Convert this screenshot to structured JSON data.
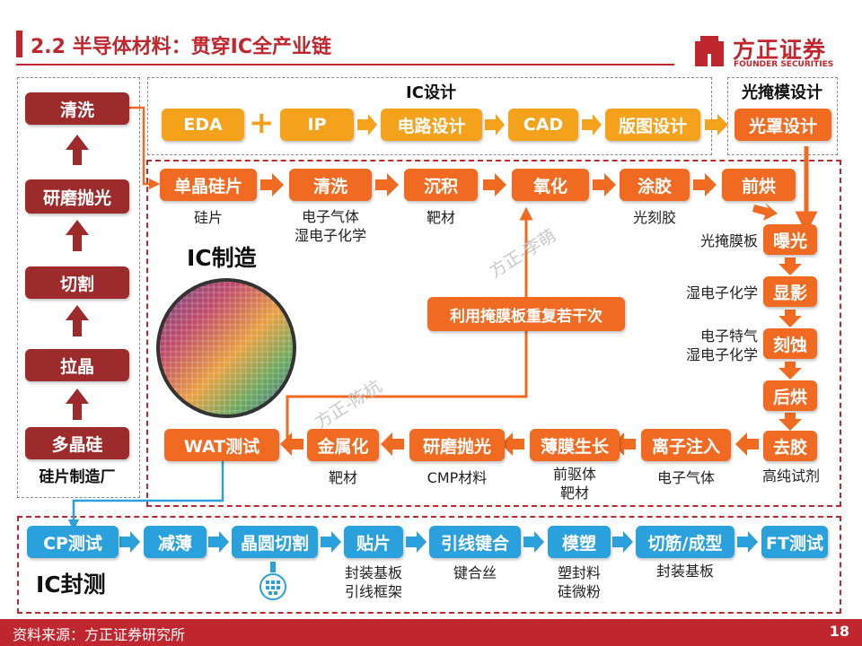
{
  "title": "2.2 半导体材料：贯穿IC全产业链",
  "logo": {
    "cn": "方正证券",
    "en": "FOUNDER SECURITIES",
    "color": "#c0262d"
  },
  "colors": {
    "accent": "#c0262d",
    "dark_red": "#9e2b2b",
    "orange": "#f06a22",
    "gold": "#f4a21c",
    "blue": "#2aa0dc"
  },
  "wafer_fab": {
    "caption": "硅片制造厂",
    "steps": [
      "清洗",
      "研磨抛光",
      "切割",
      "拉晶",
      "多晶硅"
    ]
  },
  "ic_design": {
    "title": "IC设计",
    "steps": [
      "EDA",
      "IP",
      "电路设计",
      "CAD",
      "版图设计"
    ],
    "plus": "+"
  },
  "photomask": {
    "title": "光掩模设计",
    "step": "光罩设计"
  },
  "ic_manufacturing": {
    "title": "IC制造",
    "top_row": [
      {
        "step": "单晶硅片",
        "material": "硅片"
      },
      {
        "step": "清洗",
        "material": "电子气体\n湿电子化学"
      },
      {
        "step": "沉积",
        "material": "靶材"
      },
      {
        "step": "氧化",
        "material": ""
      },
      {
        "step": "涂胶",
        "material": "光刻胶"
      },
      {
        "step": "前烘",
        "material": ""
      }
    ],
    "right_col": [
      {
        "step": "曝光",
        "material": "光掩膜板"
      },
      {
        "step": "显影",
        "material": "湿电子化学"
      },
      {
        "step": "刻蚀",
        "material": "电子特气\n湿电子化学"
      },
      {
        "step": "后烘",
        "material": ""
      },
      {
        "step": "去胶",
        "material": "高纯试剂"
      }
    ],
    "bottom_row": [
      {
        "step": "离子注入",
        "material": "电子气体"
      },
      {
        "step": "薄膜生长",
        "material": "前驱体\n靶材"
      },
      {
        "step": "研磨抛光",
        "material": "CMP材料"
      },
      {
        "step": "金属化",
        "material": "靶材"
      },
      {
        "step": "WAT测试",
        "material": ""
      }
    ],
    "repeat_note": "利用掩膜板重复若干次"
  },
  "ic_packaging": {
    "title": "IC封测",
    "steps": [
      {
        "step": "CP测试",
        "material": ""
      },
      {
        "step": "减薄",
        "material": ""
      },
      {
        "step": "晶圆切割",
        "material": ""
      },
      {
        "step": "贴片",
        "material": "封装基板\n引线框架"
      },
      {
        "step": "引线键合",
        "material": "键合丝"
      },
      {
        "step": "模塑",
        "material": "塑封料\n硅微粉"
      },
      {
        "step": "切筋/成型",
        "material": "封装基板"
      },
      {
        "step": "FT测试",
        "material": ""
      }
    ]
  },
  "watermarks": [
    "方正-李萌",
    "方正-陈杭"
  ],
  "footer": {
    "source": "资料来源：方正证券研究所",
    "page": "18"
  }
}
